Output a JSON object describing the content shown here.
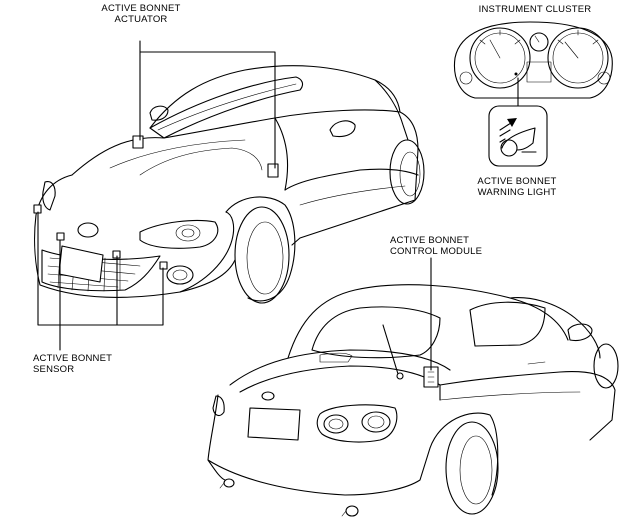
{
  "labels": {
    "actuator": [
      "ACTIVE BONNET",
      "ACTUATOR"
    ],
    "cluster": "INSTRUMENT CLUSTER",
    "warning_light": [
      "ACTIVE BONNET",
      "WARNING LIGHT"
    ],
    "control_module": [
      "ACTIVE BONNET",
      "CONTROL MODULE"
    ],
    "sensor": [
      "ACTIVE BONNET",
      "SENSOR"
    ]
  },
  "icons": {
    "warning_symbol": "active-bonnet-warning-icon"
  }
}
